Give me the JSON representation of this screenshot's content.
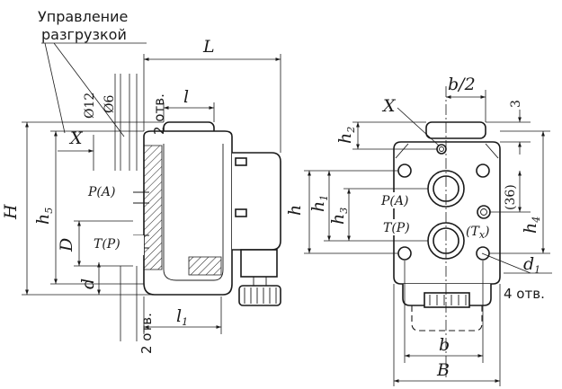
{
  "caption": {
    "control_line1": "Управление",
    "control_line2": "разгрузкой"
  },
  "side_view": {
    "L": "L",
    "l": "l",
    "l1": "l",
    "l1_sub": "1",
    "H": "H",
    "h5": "h",
    "h5_sub": "5",
    "D": "D",
    "d": "d",
    "X": "X",
    "PA": "P(A)",
    "TP": "T(P)",
    "dia12": "Ø12",
    "dia6": "Ø6",
    "holes_top": "2 отв.",
    "holes_bottom": "2 отв."
  },
  "front_view": {
    "b_half": "b/2",
    "X": "X",
    "dim3": "3",
    "h2": "h",
    "h2_sub": "2",
    "h": "h",
    "h1": "h",
    "h1_sub": "1",
    "h3": "h",
    "h3_sub": "3",
    "h4": "h",
    "h4_sub": "4",
    "dim36": "(36)",
    "PA": "P(A)",
    "TP": "T(P)",
    "Tx": "(T",
    "Tx_sub": "x",
    "Tx_close": ")",
    "d1": "d",
    "d1_sub": "1",
    "holes4": "4 отв.",
    "b": "b",
    "B": "B"
  },
  "icons": [
    "arrow-marker",
    "hatch-pattern"
  ]
}
